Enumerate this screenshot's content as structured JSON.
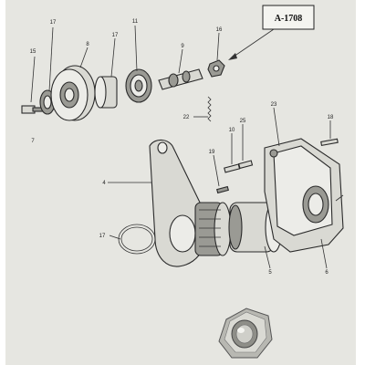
{
  "diagram": {
    "reference": "A-1708",
    "callouts": [
      {
        "id": "c15a",
        "text": "15"
      },
      {
        "id": "c17a",
        "text": "17"
      },
      {
        "id": "c8",
        "text": "8"
      },
      {
        "id": "c17b",
        "text": "17"
      },
      {
        "id": "c11",
        "text": "11"
      },
      {
        "id": "c9",
        "text": "9"
      },
      {
        "id": "c16",
        "text": "16"
      },
      {
        "id": "c7",
        "text": "7"
      },
      {
        "id": "c22",
        "text": "22"
      },
      {
        "id": "c23",
        "text": "23"
      },
      {
        "id": "c18",
        "text": "18"
      },
      {
        "id": "c25",
        "text": "25"
      },
      {
        "id": "c10",
        "text": "10"
      },
      {
        "id": "c19",
        "text": "19"
      },
      {
        "id": "c4",
        "text": "4"
      },
      {
        "id": "c17c",
        "text": "17"
      },
      {
        "id": "c5",
        "text": "5"
      },
      {
        "id": "c6",
        "text": "6"
      }
    ]
  }
}
